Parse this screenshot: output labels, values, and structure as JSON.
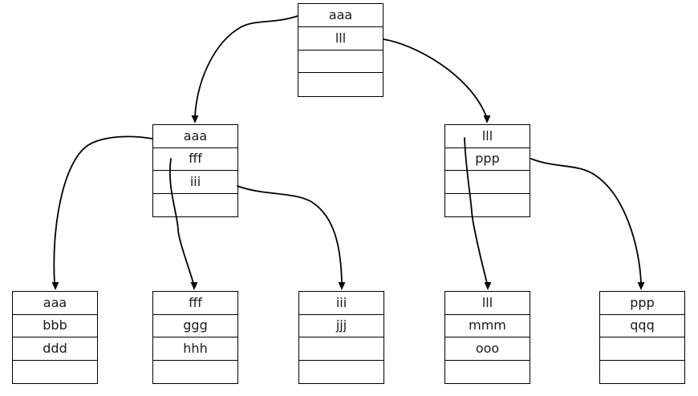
{
  "colors": {
    "line": "#000000",
    "text": "#1a1a1a",
    "node_fill": "#ffffff",
    "background": "#ffffff"
  },
  "nodes": {
    "root": {
      "cells": [
        "aaa",
        "lll",
        "",
        ""
      ]
    },
    "internal_left": {
      "cells": [
        "aaa",
        "fff",
        "iii",
        ""
      ]
    },
    "internal_right": {
      "cells": [
        "lll",
        "ppp",
        "",
        ""
      ]
    },
    "leaf_aaa": {
      "cells": [
        "aaa",
        "bbb",
        "ddd",
        ""
      ]
    },
    "leaf_fff": {
      "cells": [
        "fff",
        "ggg",
        "hhh",
        ""
      ]
    },
    "leaf_iii": {
      "cells": [
        "iii",
        "jjj",
        "",
        ""
      ]
    },
    "leaf_lll": {
      "cells": [
        "lll",
        "mmm",
        "ooo",
        ""
      ]
    },
    "leaf_ppp": {
      "cells": [
        "ppp",
        "qqq",
        "",
        ""
      ]
    }
  },
  "edges": [
    {
      "from": "root.aaa",
      "to": "internal_left"
    },
    {
      "from": "root.lll",
      "to": "internal_right"
    },
    {
      "from": "internal_left.aaa",
      "to": "leaf_aaa"
    },
    {
      "from": "internal_left.fff",
      "to": "leaf_fff"
    },
    {
      "from": "internal_left.iii",
      "to": "leaf_iii"
    },
    {
      "from": "internal_right.lll",
      "to": "leaf_lll"
    },
    {
      "from": "internal_right.ppp",
      "to": "leaf_ppp"
    }
  ]
}
